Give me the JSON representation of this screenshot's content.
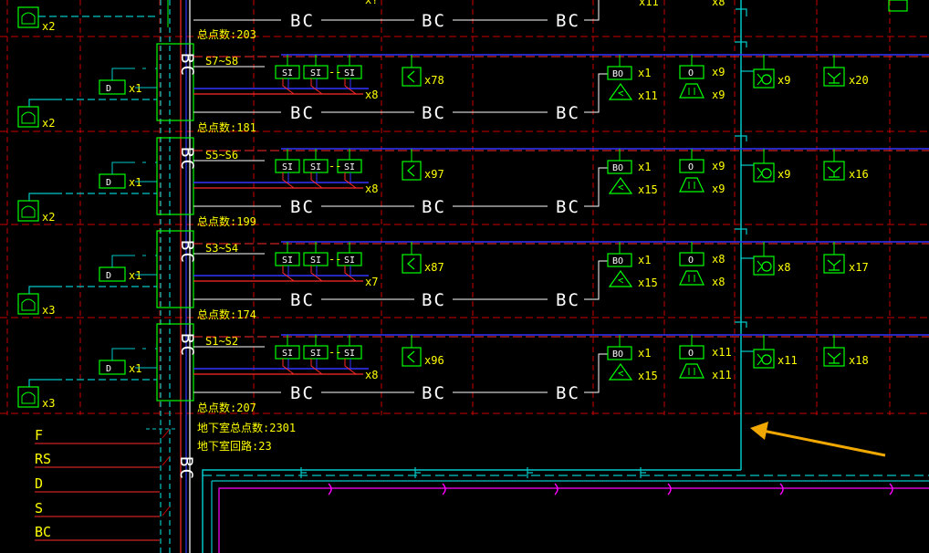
{
  "colors": {
    "background": "#000000",
    "grid": "#cc0000",
    "device": "#00ff00",
    "bus_blue": "#3333ff",
    "bus_red": "#ff2a2a",
    "cyan": "#00c8c8",
    "magenta": "#ff00ff",
    "label": "#ffff00",
    "text_white": "#ffffff",
    "arrow": "#f0a800"
  },
  "floors": [
    {
      "riser_label": "S7~S8",
      "si_count": "x8",
      "sensor_count": "x78",
      "bo_count": "x1",
      "speaker_count": "x11",
      "o_count": "x9",
      "strobe_count": "x9",
      "module_count": "x9",
      "y_count": "x20",
      "left_d_count": "x1",
      "left_alarm_count": "x2",
      "total_label": "总点数:181"
    },
    {
      "riser_label": "S5~S6",
      "si_count": "x8",
      "sensor_count": "x97",
      "bo_count": "x1",
      "speaker_count": "x15",
      "o_count": "x9",
      "strobe_count": "x9",
      "module_count": "x9",
      "y_count": "x16",
      "left_d_count": "x1",
      "left_alarm_count": "x2",
      "total_label": "总点数:199"
    },
    {
      "riser_label": "S3~S4",
      "si_count": "x7",
      "sensor_count": "x87",
      "bo_count": "x1",
      "speaker_count": "x15",
      "o_count": "x8",
      "strobe_count": "x8",
      "module_count": "x8",
      "y_count": "x17",
      "left_d_count": "x1",
      "left_alarm_count": "x3",
      "total_label": "总点数:174"
    },
    {
      "riser_label": "S1~S2",
      "si_count": "x8",
      "sensor_count": "x96",
      "bo_count": "x1",
      "speaker_count": "x15",
      "o_count": "x11",
      "strobe_count": "x11",
      "module_count": "x11",
      "y_count": "x18",
      "left_d_count": "x1",
      "left_alarm_count": "x3",
      "total_label": "总点数:207"
    }
  ],
  "top_partial": {
    "total_label": "总点数:203",
    "left_alarm_count": "x2",
    "partial_count_1": "x?",
    "partial_count_2": "x11",
    "partial_count_3": "x8"
  },
  "basement_labels": [
    "地下室总点数:2301",
    "地下室回路:23"
  ],
  "bc_text": "BC",
  "si_text": "SI",
  "bo_text": "BO",
  "o_text": "O",
  "d_text": "D",
  "legend": [
    "F",
    "RS",
    "D",
    "S",
    "BC"
  ],
  "icons": {
    "sensor": "flow-switch-icon",
    "speaker": "speaker-icon",
    "strobe": "strobe-alarm-icon",
    "module": "io-module-icon",
    "y": "signal-valve-icon",
    "alarm": "manual-alarm-icon"
  }
}
